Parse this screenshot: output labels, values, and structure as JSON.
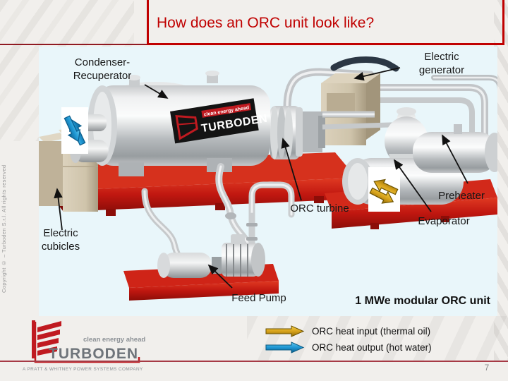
{
  "title": "How does an ORC unit look like?",
  "page_number": "7",
  "copyright": "Copyright ©  –  Turboden S.r.l. All rights reserved",
  "caption": "1 MWe modular ORC unit",
  "labels": {
    "condenser": {
      "l1": "Condenser-",
      "l2": "Recuperator"
    },
    "generator": {
      "l1": "Electric",
      "l2": "generator"
    },
    "cubicles": {
      "l1": "Electric",
      "l2": "cubicles"
    },
    "turbine": {
      "l1": "ORC turbine"
    },
    "preheater": {
      "l1": "Preheater"
    },
    "evaporator": {
      "l1": "Evaporator"
    },
    "feed_pump": {
      "l1": "Feed Pump"
    }
  },
  "machine_logo": {
    "tagline": "clean energy ahead",
    "brand": "TURBODEN"
  },
  "legend": [
    {
      "icon": "gold-arrow",
      "color": "#D7A21B",
      "label": "ORC heat input (thermal oil)"
    },
    {
      "icon": "blue-arrow",
      "color": "#1E96D2",
      "label": "ORC heat output (hot water)"
    }
  ],
  "footer_logo": {
    "tagline": "clean energy ahead",
    "brand": "TURBODEN",
    "subtitle": "A PRATT & WHITNEY POWER SYSTEMS COMPANY"
  },
  "colors": {
    "title_red": "#C00000",
    "skid_red": "#C41A12",
    "content_bg": "#E9F6FA",
    "footer_rule": "#A63A45"
  }
}
